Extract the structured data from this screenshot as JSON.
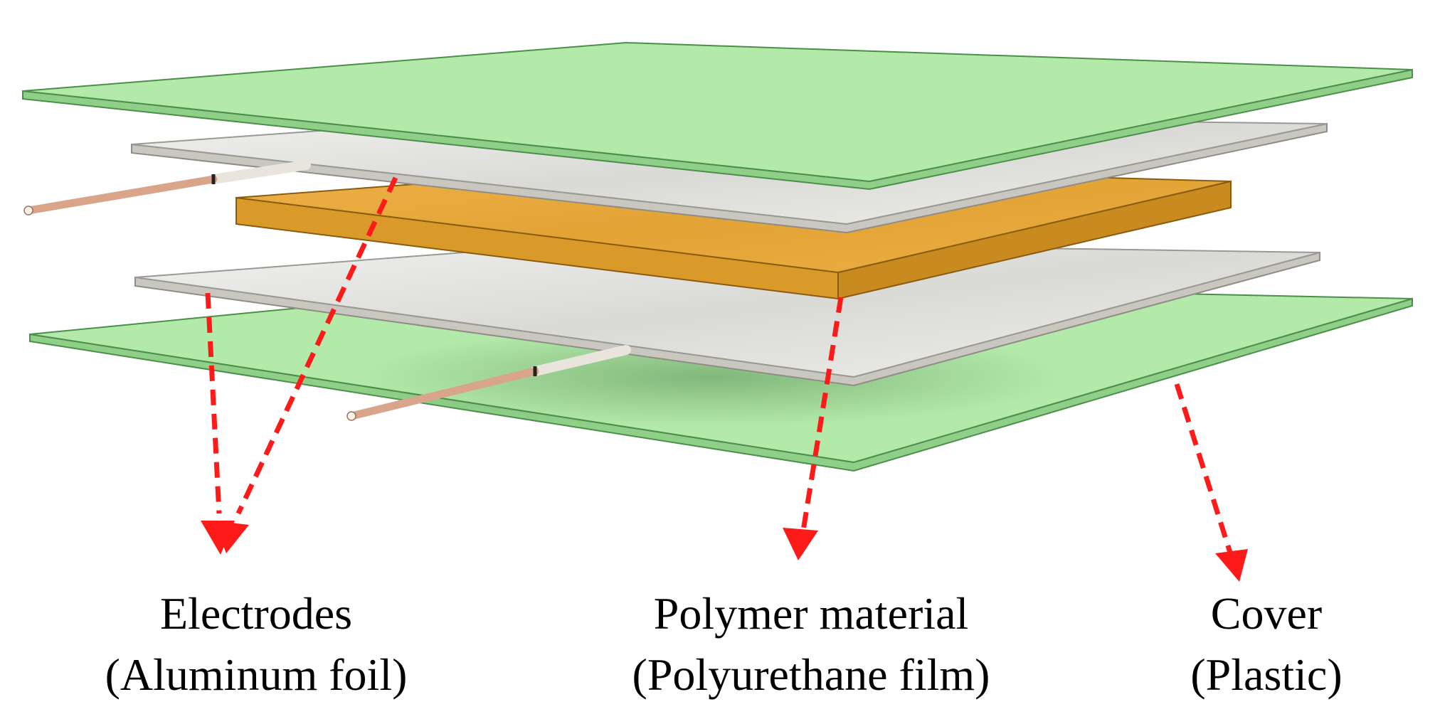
{
  "labels": {
    "electrodes": {
      "line1": "Electrodes",
      "line2": "(Aluminum foil)"
    },
    "polymer": {
      "line1": "Polymer material",
      "line2": "(Polyurethane film)"
    },
    "cover": {
      "line1": "Cover",
      "line2": "(Plastic)"
    }
  },
  "colors": {
    "cover_green": "#b3e9a9",
    "cover_edge": "#4b8f4a",
    "foil_gray": "#e6e6e4",
    "foil_edge": "#9a9a94",
    "polymer_top": "#e8a93a",
    "polymer_side": "#d99a2a",
    "wire": "#d9a58a",
    "insulation": "#e9e5dc",
    "arrow_red": "#ff1a1a"
  }
}
